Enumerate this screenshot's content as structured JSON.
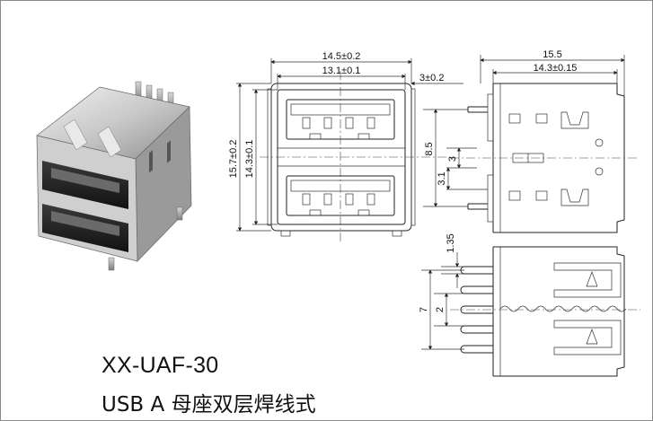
{
  "product": {
    "model": "XX-UAF-30",
    "description": "USB A 母座双层焊线式"
  },
  "front_view": {
    "dim_outer_width": "14.5±0.2",
    "dim_inner_width": "13.1±0.1",
    "dim_outer_height": "15.7±0.2",
    "dim_inner_height": "14.3±0.1",
    "dim_tab": "3±0.2"
  },
  "side_view": {
    "dim_total_length": "15.5",
    "dim_body_length": "14.3±0.15",
    "dim_pitch": "8.5",
    "dim_small": "3",
    "dim_offset": "3.1"
  },
  "bottom_view": {
    "dim_pin_pitch": "1.35",
    "dim_pin_gap": "2",
    "dim_pin_span": "7"
  },
  "colors": {
    "line": "#222222",
    "border": "#8a8a8a"
  }
}
